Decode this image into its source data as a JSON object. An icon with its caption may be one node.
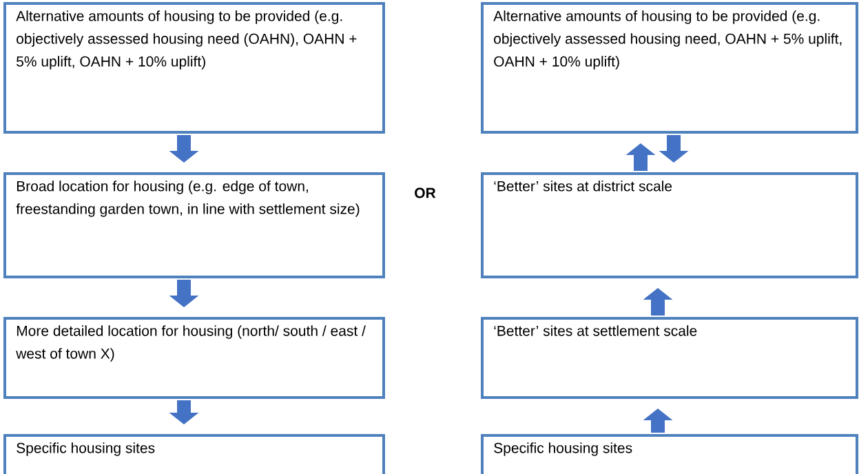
{
  "diagram": {
    "nodes": [
      {
        "text": [
          "Alternative amounts of housing to be provided (e.g. objectively assessed housing need (OAHN), OAHN + 5% uplift, OAHN + 10% uplift)"
        ]
      },
      {
        "text": [
          "Alternative amounts of housing to be provided (e.g. objectively assessed housing need, OAHN + 5% uplift, OAHN + 10% uplift)"
        ]
      },
      {
        "text": [
          "Broad location for housing (e.g. edge of town, freestanding garden town, in line with settlement size)"
        ]
      },
      {
        "text": [
          "‘Better’ sites at district scale"
        ]
      },
      {
        "text": [
          "More detailed location for housing (north/ south / east / west of town X)"
        ]
      },
      {
        "text": [
          "‘Better’ sites at settlement scale"
        ]
      },
      {
        "text": [
          "Specific housing sites"
        ]
      },
      {
        "text": [
          "Specific housing sites"
        ]
      }
    ],
    "edges": [
      {
        "from": 0,
        "to": 2,
        "arrow": "to"
      },
      {
        "from": 2,
        "to": 4,
        "arrow": "to"
      },
      {
        "from": 4,
        "to": 6,
        "arrow": "to"
      },
      {
        "from": 3,
        "to": 1,
        "arrow": "to"
      },
      {
        "from": 1,
        "to": 3,
        "arrow": "to"
      },
      {
        "from": 5,
        "to": 3,
        "arrow": "to"
      },
      {
        "from": 7,
        "to": 5,
        "arrow": "to"
      }
    ],
    "labels": [
      "OR"
    ]
  }
}
